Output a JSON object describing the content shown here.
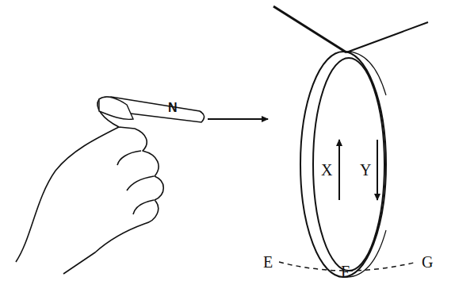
{
  "diagram": {
    "labels": [
      "N",
      "X",
      "Y",
      "E",
      "F",
      "G"
    ]
  }
}
